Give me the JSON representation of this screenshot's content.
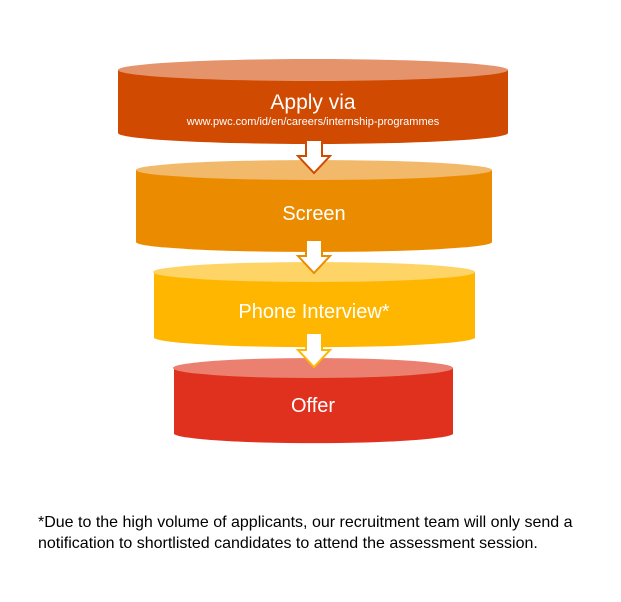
{
  "stages": [
    {
      "title": "Apply via",
      "subtitle": "www.pwc.com/id/en/careers/internship-programmes",
      "color": "#D04A02",
      "top_color": "#E4936A"
    },
    {
      "title": "Screen",
      "color": "#EB8C00",
      "top_color": "#F3B96A"
    },
    {
      "title": "Phone Interview*",
      "color": "#FFB600",
      "top_color": "#FFD466"
    },
    {
      "title": "Offer",
      "color": "#E0301E",
      "top_color": "#EC8070"
    }
  ],
  "footnote": "*Due to the high volume of applicants, our recruitment team will only send a notification to shortlisted candidates to attend the assessment session."
}
